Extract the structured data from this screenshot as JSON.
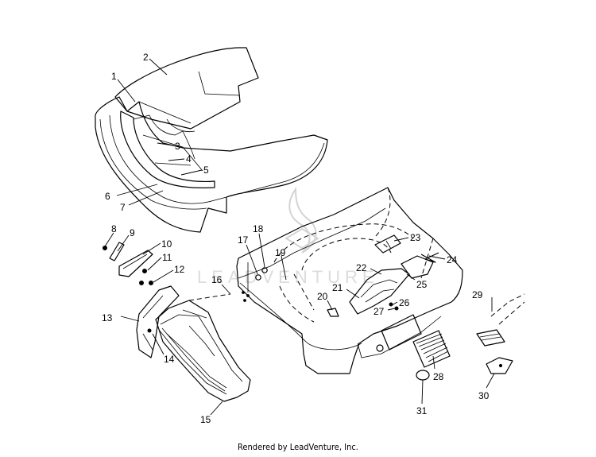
{
  "diagram": {
    "callouts": [
      "1",
      "2",
      "3",
      "4",
      "5",
      "6",
      "7",
      "8",
      "9",
      "10",
      "11",
      "12",
      "13",
      "14",
      "15",
      "16",
      "17",
      "18",
      "19",
      "20",
      "21",
      "22",
      "23",
      "24",
      "25",
      "26",
      "27",
      "28",
      "29",
      "30",
      "31"
    ],
    "watermark": "LEADVENTURE"
  },
  "footer": {
    "text": "Rendered by LeadVenture, Inc."
  }
}
